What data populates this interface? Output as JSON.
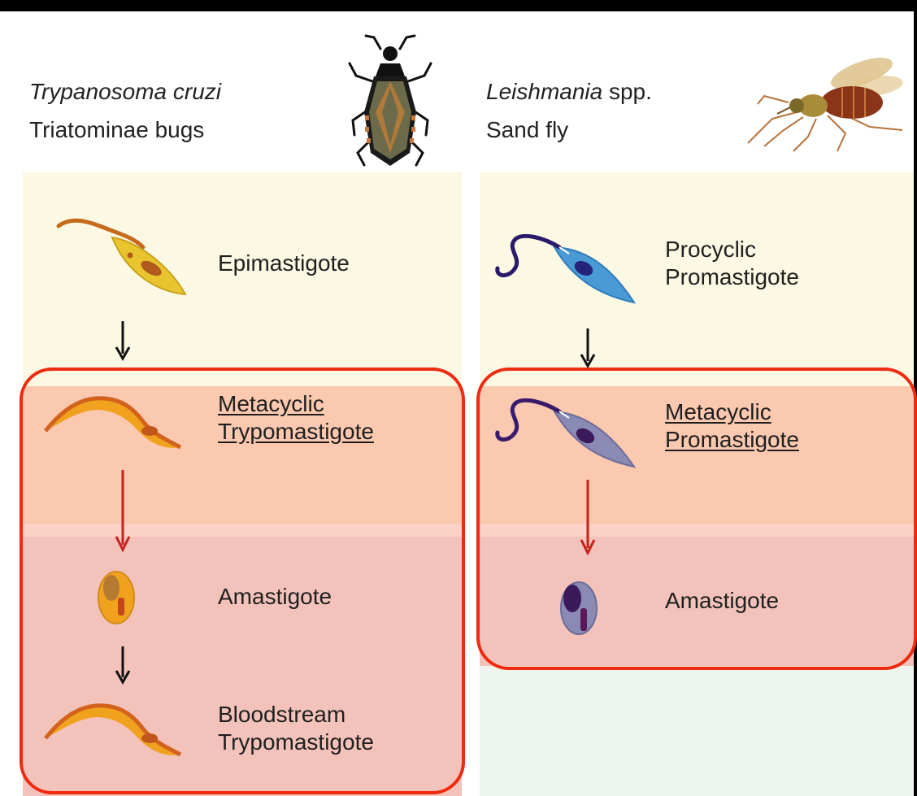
{
  "colors": {
    "vector_zone": "#fbf8e3",
    "transition_zone": "#fbc8b0",
    "host_zone": "#f3c3bb",
    "empty_zone": "#eef4ee",
    "box_border": "#ee2a10",
    "arrow_black": "#111111",
    "arrow_red": "#c8201a"
  },
  "panels": [
    {
      "organism": "Trypanosoma cruzi",
      "vector": "Triatominae bugs",
      "vector_icon": "triatomine-bug-icon",
      "stages": [
        {
          "lines": [
            "Epimastigote"
          ],
          "underlined": false,
          "icon": "epimastigote-icon"
        },
        {
          "lines": [
            "Metacyclic",
            "Trypomastigote"
          ],
          "underlined": true,
          "icon": "metacyclic-trypomastigote-icon"
        },
        {
          "lines": [
            "Amastigote"
          ],
          "underlined": false,
          "icon": "amastigote-icon"
        },
        {
          "lines": [
            "Bloodstream",
            "Trypomastigote"
          ],
          "underlined": false,
          "icon": "bloodstream-trypomastigote-icon"
        }
      ]
    },
    {
      "organism": "Leishmania",
      "organism_suffix": " spp.",
      "vector": "Sand fly",
      "vector_icon": "sand-fly-icon",
      "stages": [
        {
          "lines": [
            "Procyclic",
            "Promastigote"
          ],
          "underlined": false,
          "icon": "procyclic-promastigote-icon"
        },
        {
          "lines": [
            "Metacyclic",
            "Promastigote"
          ],
          "underlined": true,
          "icon": "metacyclic-promastigote-icon"
        },
        {
          "lines": [
            "Amastigote"
          ],
          "underlined": false,
          "icon": "leishmania-amastigote-icon"
        }
      ]
    }
  ]
}
